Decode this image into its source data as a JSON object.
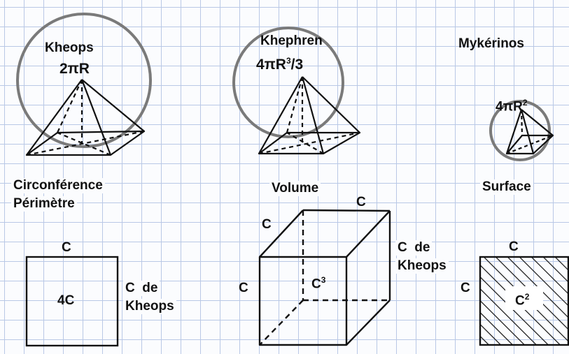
{
  "pyramids": {
    "kheops": {
      "name": "Kheops",
      "formula": "2πR"
    },
    "khephren": {
      "name": "Khephren",
      "formula_lead": "4πR",
      "formula_exp": "3",
      "formula_tail": "/3"
    },
    "mykerinos": {
      "name": "Mykérinos",
      "formula_lead": "4πR",
      "formula_exp": "2"
    }
  },
  "sections": {
    "circumference": {
      "line1": "Circonférence",
      "line2": "Périmètre"
    },
    "volume": "Volume",
    "surface": "Surface"
  },
  "square": {
    "top": "C",
    "center": "4C",
    "side_line1": "C  de",
    "side_line2": "Kheops"
  },
  "cube": {
    "top": "C",
    "left_upper": "C",
    "left_lower": "C",
    "center_base": "C",
    "center_exp": "3",
    "right_line1": "C  de",
    "right_line2": "Kheops"
  },
  "hatched_square": {
    "top": "C",
    "left": "C",
    "center_base": "C",
    "center_exp": "2"
  },
  "colors": {
    "circle": "#7a7a7a",
    "ink": "#111111",
    "grid": "#b9c8e6"
  }
}
